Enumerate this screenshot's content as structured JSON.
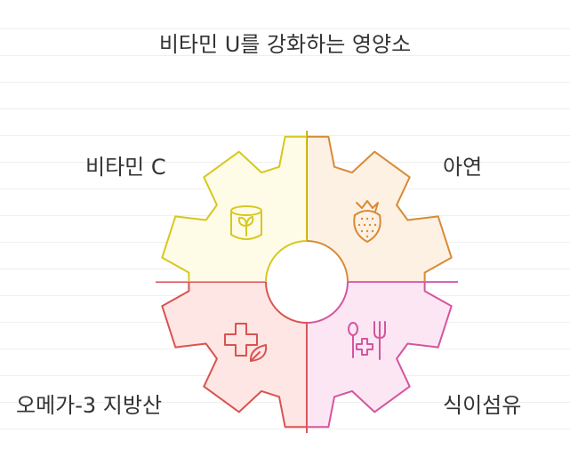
{
  "title": "비타민 U를 강화하는 영양소",
  "segments": [
    {
      "label": "비타민 C",
      "icon": "jar-leaf-icon",
      "fill": "#fefce7",
      "stroke": "#d6c81f"
    },
    {
      "label": "아연",
      "icon": "strawberry-icon",
      "fill": "#fdf1e4",
      "stroke": "#d98a36"
    },
    {
      "label": "오메가-3 지방산",
      "icon": "health-cross-leaf-icon",
      "fill": "#fde6e4",
      "stroke": "#d9534f"
    },
    {
      "label": "식이섬유",
      "icon": "spoon-cross-fork-icon",
      "fill": "#fce6f4",
      "stroke": "#d4559e"
    }
  ]
}
